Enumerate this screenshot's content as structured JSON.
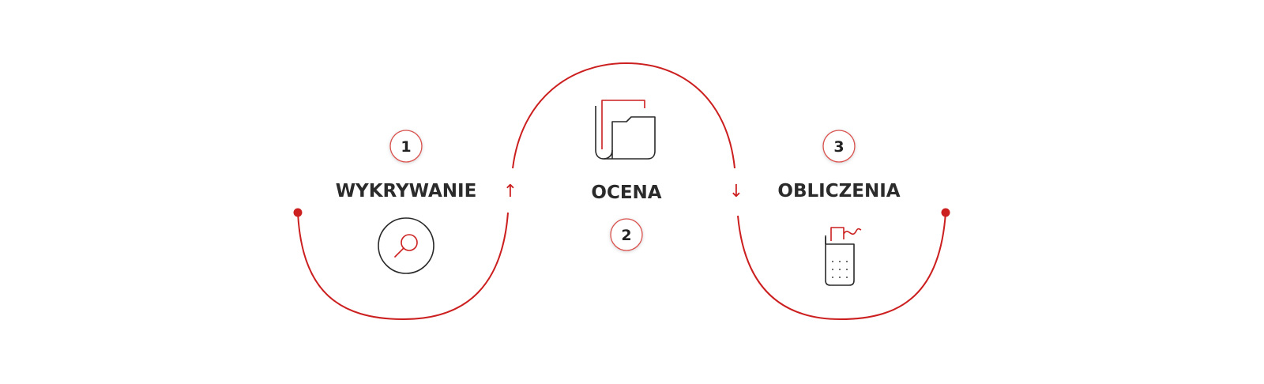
{
  "colors": {
    "accent": "#cc1f1f",
    "text": "#2b2b2b",
    "icon": "#2a2a2a",
    "badge_border": "#d9534f"
  },
  "steps": [
    {
      "number": "1",
      "label": "WYKRYWANIE",
      "icon": "magnifier-icon"
    },
    {
      "number": "2",
      "label": "OCENA",
      "icon": "folder-icon"
    },
    {
      "number": "3",
      "label": "OBLICZENIA",
      "icon": "calculator-icon"
    }
  ],
  "arrows": {
    "up": "↑",
    "down": "↓"
  }
}
